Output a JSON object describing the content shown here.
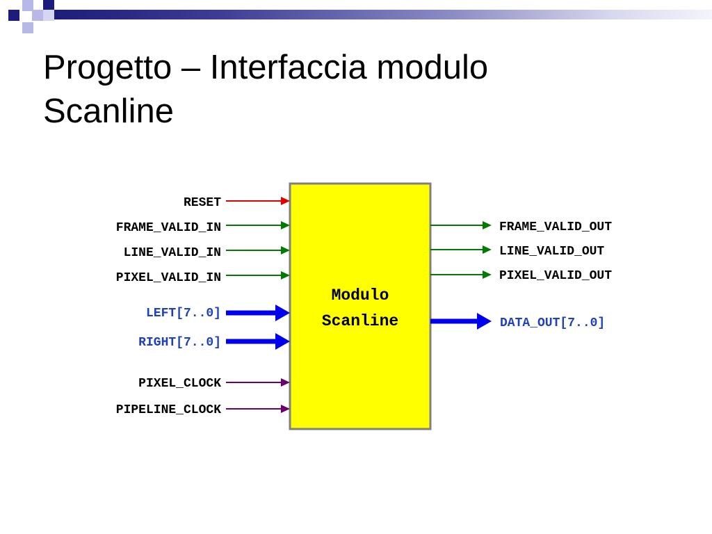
{
  "slide": {
    "title_line1": "Progetto – Interfaccia modulo",
    "title_line2": "Scanline"
  },
  "block": {
    "label_line1": "Modulo",
    "label_line2": "Scanline",
    "fill_color": "#ffff00",
    "border_color": "#808080"
  },
  "colors": {
    "reset": "#e00000",
    "valid": "#007a00",
    "data": "#0000ee",
    "clock": "#6a006a",
    "data_text": "#1f3fbf",
    "text": "#000000",
    "deco_navy": "#1c1c7a",
    "deco_light": "#b8b8e8"
  },
  "inputs": [
    {
      "label": "RESET",
      "kind": "reset"
    },
    {
      "label": "FRAME_VALID_IN",
      "kind": "valid"
    },
    {
      "label": "LINE_VALID_IN",
      "kind": "valid"
    },
    {
      "label": "PIXEL_VALID_IN",
      "kind": "valid"
    },
    {
      "label": "LEFT[7..0]",
      "kind": "bus"
    },
    {
      "label": "RIGHT[7..0]",
      "kind": "bus"
    },
    {
      "label": "PIXEL_CLOCK",
      "kind": "clock"
    },
    {
      "label": "PIPELINE_CLOCK",
      "kind": "clock"
    }
  ],
  "outputs": [
    {
      "label": "FRAME_VALID_OUT",
      "kind": "valid"
    },
    {
      "label": "LINE_VALID_OUT",
      "kind": "valid"
    },
    {
      "label": "PIXEL_VALID_OUT",
      "kind": "valid"
    },
    {
      "label": "DATA_OUT[7..0]",
      "kind": "bus"
    }
  ]
}
